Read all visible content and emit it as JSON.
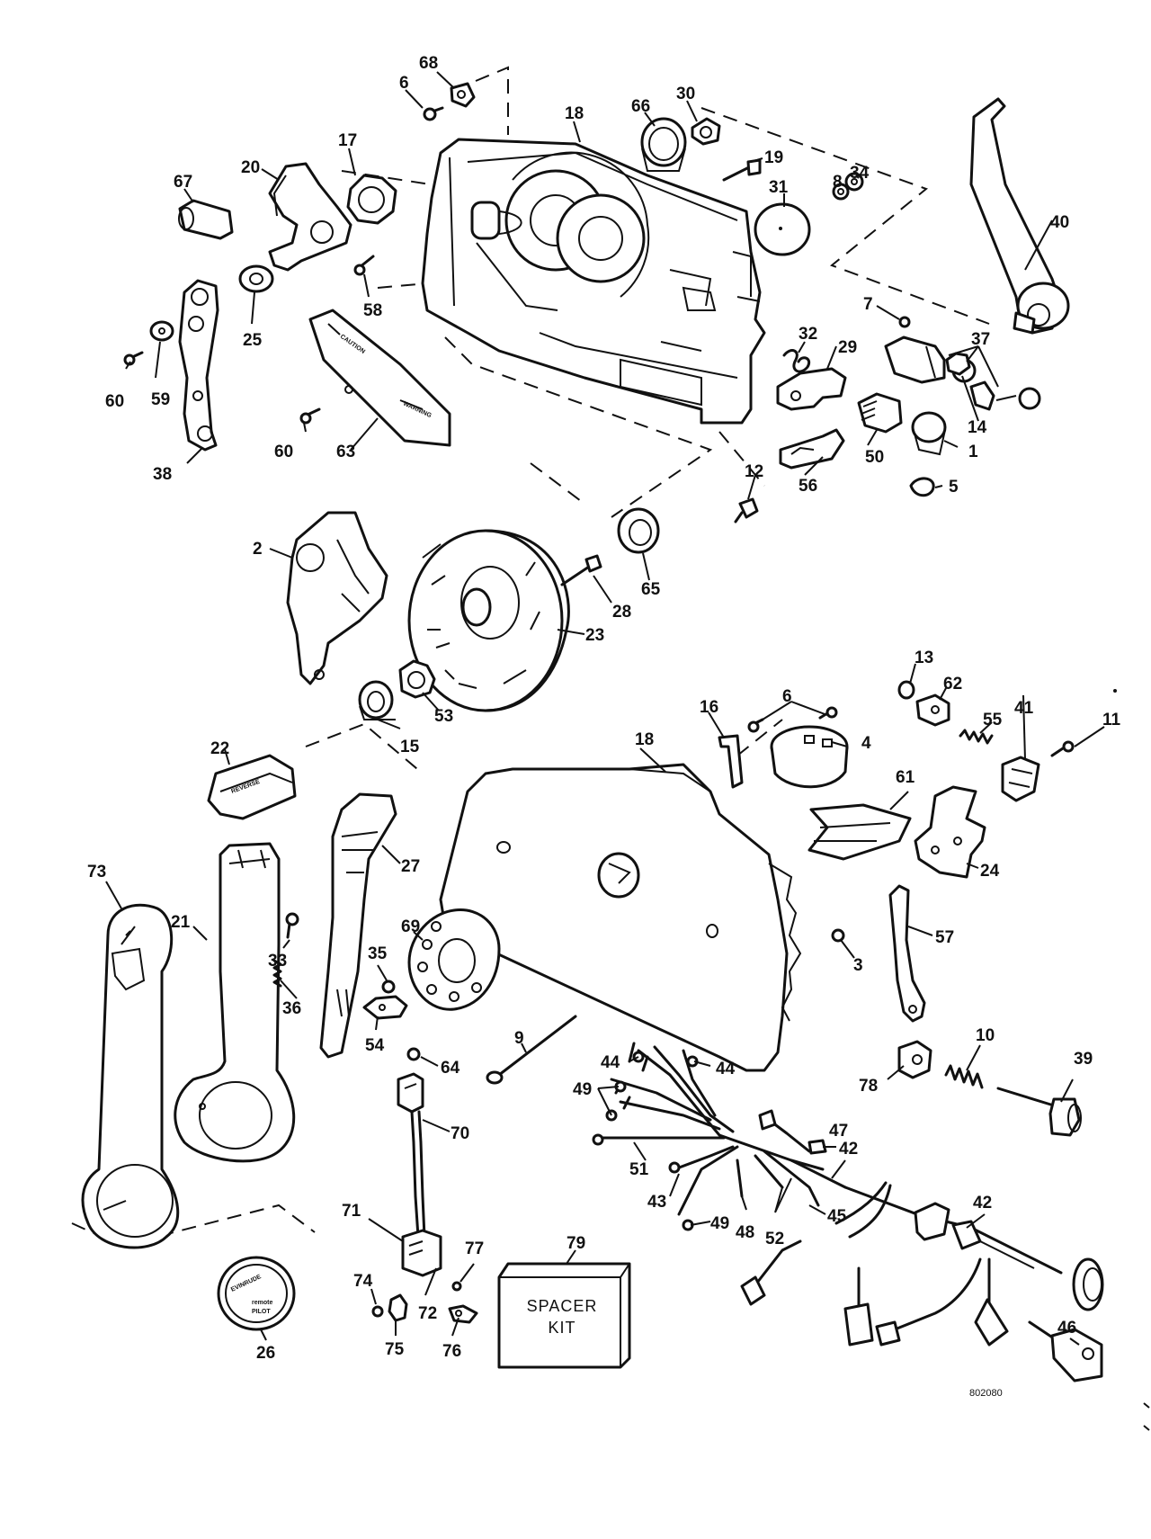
{
  "figure_code": "802080",
  "spacer_kit": {
    "line1": "SPACER",
    "line2": "KIT"
  },
  "decal_22_text": "REVERSE",
  "decal_26": {
    "brand": "EVINRUDE",
    "line2": "remote",
    "line3": "PILOT"
  },
  "callouts": [
    {
      "id": "c68",
      "label": "68"
    },
    {
      "id": "c6a",
      "label": "6"
    },
    {
      "id": "c18a",
      "label": "18"
    },
    {
      "id": "c66",
      "label": "66"
    },
    {
      "id": "c30",
      "label": "30"
    },
    {
      "id": "c17",
      "label": "17"
    },
    {
      "id": "c20",
      "label": "20"
    },
    {
      "id": "c67",
      "label": "67"
    },
    {
      "id": "c19",
      "label": "19"
    },
    {
      "id": "c8",
      "label": "8"
    },
    {
      "id": "c34",
      "label": "34"
    },
    {
      "id": "c31",
      "label": "31"
    },
    {
      "id": "c40",
      "label": "40"
    },
    {
      "id": "c58",
      "label": "58"
    },
    {
      "id": "c25",
      "label": "25"
    },
    {
      "id": "c7",
      "label": "7"
    },
    {
      "id": "c32",
      "label": "32"
    },
    {
      "id": "c29",
      "label": "29"
    },
    {
      "id": "c37",
      "label": "37"
    },
    {
      "id": "c60a",
      "label": "60"
    },
    {
      "id": "c59",
      "label": "59"
    },
    {
      "id": "c14",
      "label": "14"
    },
    {
      "id": "c60b",
      "label": "60"
    },
    {
      "id": "c63",
      "label": "63"
    },
    {
      "id": "c50",
      "label": "50"
    },
    {
      "id": "c1",
      "label": "1"
    },
    {
      "id": "c38",
      "label": "38"
    },
    {
      "id": "c56",
      "label": "56"
    },
    {
      "id": "c5",
      "label": "5"
    },
    {
      "id": "c12",
      "label": "12"
    },
    {
      "id": "c2",
      "label": "2"
    },
    {
      "id": "c65",
      "label": "65"
    },
    {
      "id": "c28",
      "label": "28"
    },
    {
      "id": "c23",
      "label": "23"
    },
    {
      "id": "c13",
      "label": "13"
    },
    {
      "id": "c62",
      "label": "62"
    },
    {
      "id": "c53",
      "label": "53"
    },
    {
      "id": "c16",
      "label": "16"
    },
    {
      "id": "c6b",
      "label": "6"
    },
    {
      "id": "c55",
      "label": "55"
    },
    {
      "id": "c11",
      "label": "11"
    },
    {
      "id": "c4",
      "label": "4"
    },
    {
      "id": "c41",
      "label": "41"
    },
    {
      "id": "c15",
      "label": "15"
    },
    {
      "id": "c22",
      "label": "22"
    },
    {
      "id": "c18b",
      "label": "18"
    },
    {
      "id": "c61",
      "label": "61"
    },
    {
      "id": "c27",
      "label": "27"
    },
    {
      "id": "c24",
      "label": "24"
    },
    {
      "id": "c73",
      "label": "73"
    },
    {
      "id": "c21",
      "label": "21"
    },
    {
      "id": "c33",
      "label": "33"
    },
    {
      "id": "c69",
      "label": "69"
    },
    {
      "id": "c57",
      "label": "57"
    },
    {
      "id": "c3",
      "label": "3"
    },
    {
      "id": "c35",
      "label": "35"
    },
    {
      "id": "c36",
      "label": "36"
    },
    {
      "id": "c54",
      "label": "54"
    },
    {
      "id": "c9",
      "label": "9"
    },
    {
      "id": "c10",
      "label": "10"
    },
    {
      "id": "c64",
      "label": "64"
    },
    {
      "id": "c44a",
      "label": "44"
    },
    {
      "id": "c44b",
      "label": "44"
    },
    {
      "id": "c39",
      "label": "39"
    },
    {
      "id": "c49a",
      "label": "49"
    },
    {
      "id": "c78",
      "label": "78"
    },
    {
      "id": "c70",
      "label": "70"
    },
    {
      "id": "c47",
      "label": "47"
    },
    {
      "id": "c51",
      "label": "51"
    },
    {
      "id": "c42a",
      "label": "42"
    },
    {
      "id": "c43",
      "label": "43"
    },
    {
      "id": "c42b",
      "label": "42"
    },
    {
      "id": "c71",
      "label": "71"
    },
    {
      "id": "c45",
      "label": "45"
    },
    {
      "id": "c49b",
      "label": "49"
    },
    {
      "id": "c48",
      "label": "48"
    },
    {
      "id": "c52",
      "label": "52"
    },
    {
      "id": "c79",
      "label": "79"
    },
    {
      "id": "c77",
      "label": "77"
    },
    {
      "id": "c74",
      "label": "74"
    },
    {
      "id": "c72",
      "label": "72"
    },
    {
      "id": "c46",
      "label": "46"
    },
    {
      "id": "c75",
      "label": "75"
    },
    {
      "id": "c76",
      "label": "76"
    },
    {
      "id": "c26",
      "label": "26"
    }
  ]
}
